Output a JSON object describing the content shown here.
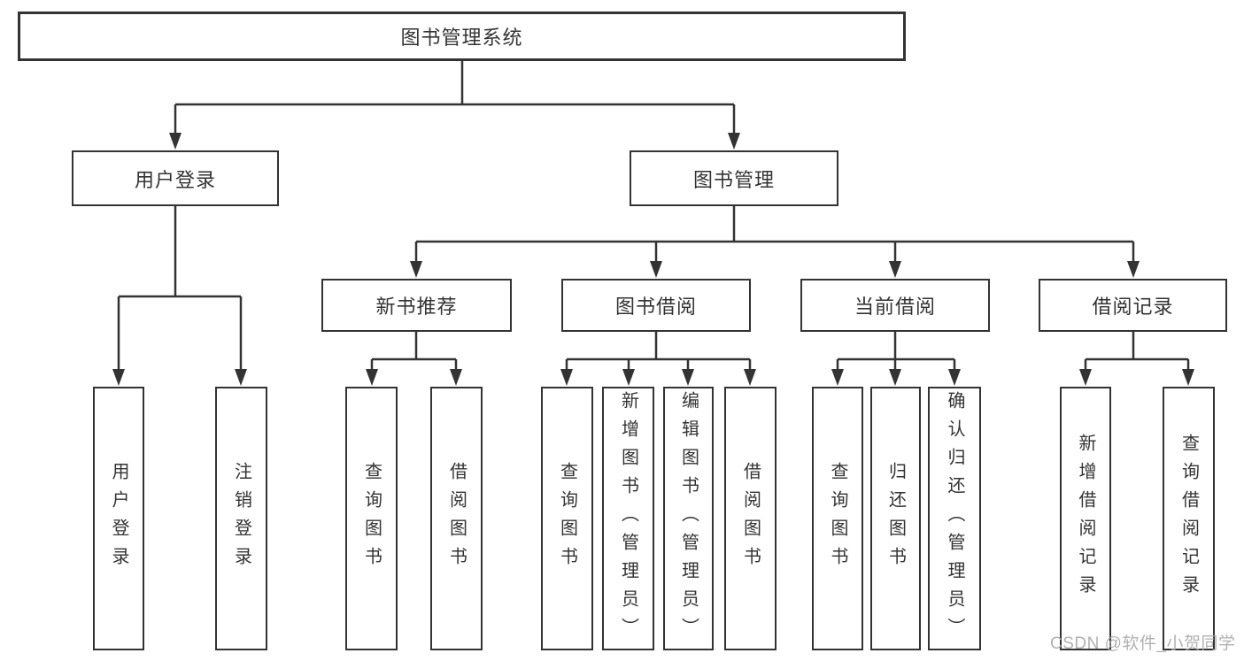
{
  "tree": {
    "label": "图书管理系统",
    "children": [
      {
        "label": "用户登录",
        "children": [
          {
            "label": "用户登录"
          },
          {
            "label": "注销登录"
          }
        ]
      },
      {
        "label": "图书管理",
        "children": [
          {
            "label": "新书推荐",
            "children": [
              {
                "label": "查询图书"
              },
              {
                "label": "借阅图书"
              }
            ]
          },
          {
            "label": "图书借阅",
            "children": [
              {
                "label": "查询图书"
              },
              {
                "label": "新增图书（管理员）"
              },
              {
                "label": "编辑图书（管理员）"
              },
              {
                "label": "借阅图书"
              }
            ]
          },
          {
            "label": "当前借阅",
            "children": [
              {
                "label": "查询图书"
              },
              {
                "label": "归还图书"
              },
              {
                "label": "确认归还（管理员）"
              }
            ]
          },
          {
            "label": "借阅记录",
            "children": [
              {
                "label": "新增借阅记录"
              },
              {
                "label": "查询借阅记录"
              }
            ]
          }
        ]
      }
    ]
  },
  "colors": {
    "line": "#333333",
    "border": "#333333",
    "text": "#333333",
    "background": "#ffffff",
    "watermark": "#a8a8a8"
  },
  "watermark": {
    "text": "CSDN @软件_小贺同学"
  }
}
